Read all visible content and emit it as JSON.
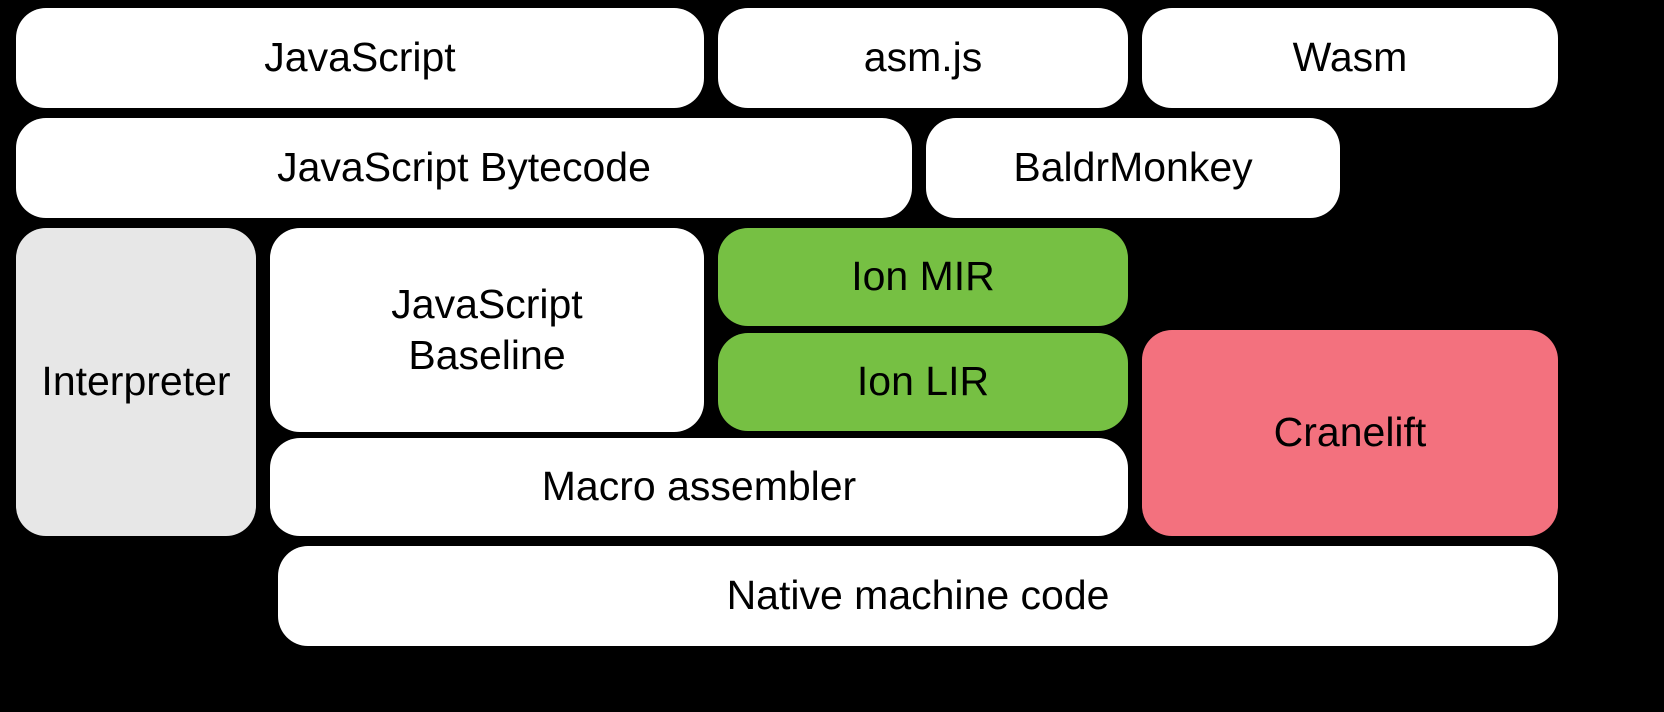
{
  "canvas": {
    "background": "#000000",
    "text_color": "#000000"
  },
  "boxes": {
    "javascript": {
      "label": "JavaScript",
      "fill": "#ffffff"
    },
    "asmjs": {
      "label": "asm.js",
      "fill": "#ffffff"
    },
    "wasm": {
      "label": "Wasm",
      "fill": "#ffffff"
    },
    "js_bytecode": {
      "label": "JavaScript Bytecode",
      "fill": "#ffffff"
    },
    "baldrmonkey": {
      "label": "BaldrMonkey",
      "fill": "#ffffff"
    },
    "interpreter": {
      "label": "Interpreter",
      "fill": "#e7e7e7"
    },
    "js_baseline": {
      "label": "JavaScript\nBaseline",
      "fill": "#ffffff"
    },
    "ion_mir": {
      "label": "Ion MIR",
      "fill": "#76c043"
    },
    "ion_lir": {
      "label": "Ion LIR",
      "fill": "#76c043"
    },
    "cranelift": {
      "label": "Cranelift",
      "fill": "#f3717e"
    },
    "macro_assembler": {
      "label": "Macro assembler",
      "fill": "#ffffff"
    },
    "native_machine_code": {
      "label": "Native machine code",
      "fill": "#ffffff"
    }
  }
}
